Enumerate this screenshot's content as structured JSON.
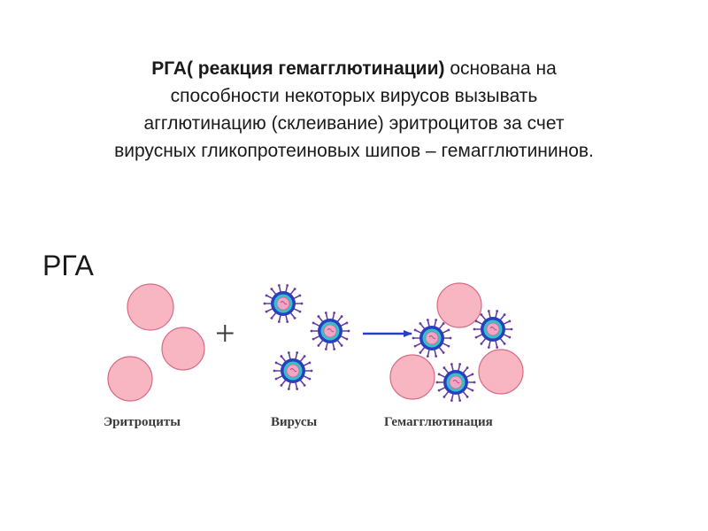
{
  "intro": {
    "line1_bold": "РГА( реакция гемагглютинации)",
    "line1_rest": " основана на",
    "line2": "способности некоторых вирусов вызывать",
    "line3": "агглютинацию (склеивание) эритроцитов за счет",
    "line4": "вирусных гликопротеиновых шипов – гемагглютининов."
  },
  "heading": "РГА",
  "diagram": {
    "plus_sign": "+",
    "captions": {
      "erythrocytes": "Эритроциты",
      "viruses": "Вирусы",
      "hemagglutination": "Гемагглютинация"
    },
    "colors": {
      "cell_fill": "#f7b6c2",
      "cell_stroke": "#d96a85",
      "virus_spikes": "#6b3c9e",
      "virus_outer": "#2a3fbf",
      "virus_ring": "#35c1c8",
      "virus_core": "#f2a6c6",
      "arrow": "#2a3fbf"
    }
  }
}
